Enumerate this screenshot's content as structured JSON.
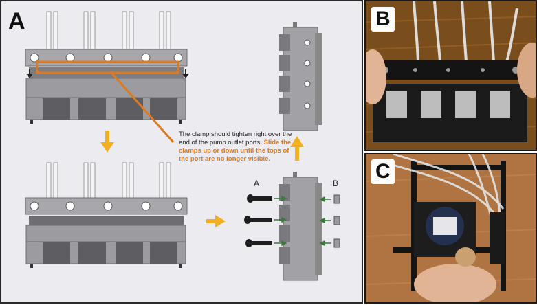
{
  "panels": {
    "a": {
      "letter": "A"
    },
    "b": {
      "letter": "B"
    },
    "c": {
      "letter": "C"
    }
  },
  "annotation": {
    "text_plain": "The clamp should tighten right over the end of the pump outlet ports. ",
    "text_highlight": "Slide the clamps up or down until the tops of the port are no longer visible."
  },
  "hardware_labels": {
    "screws": "A",
    "nuts": "B"
  },
  "colors": {
    "accent_orange": "#e07a1f",
    "arrow_yellow": "#f2b01e",
    "hardware_green": "#3a7a3a"
  }
}
